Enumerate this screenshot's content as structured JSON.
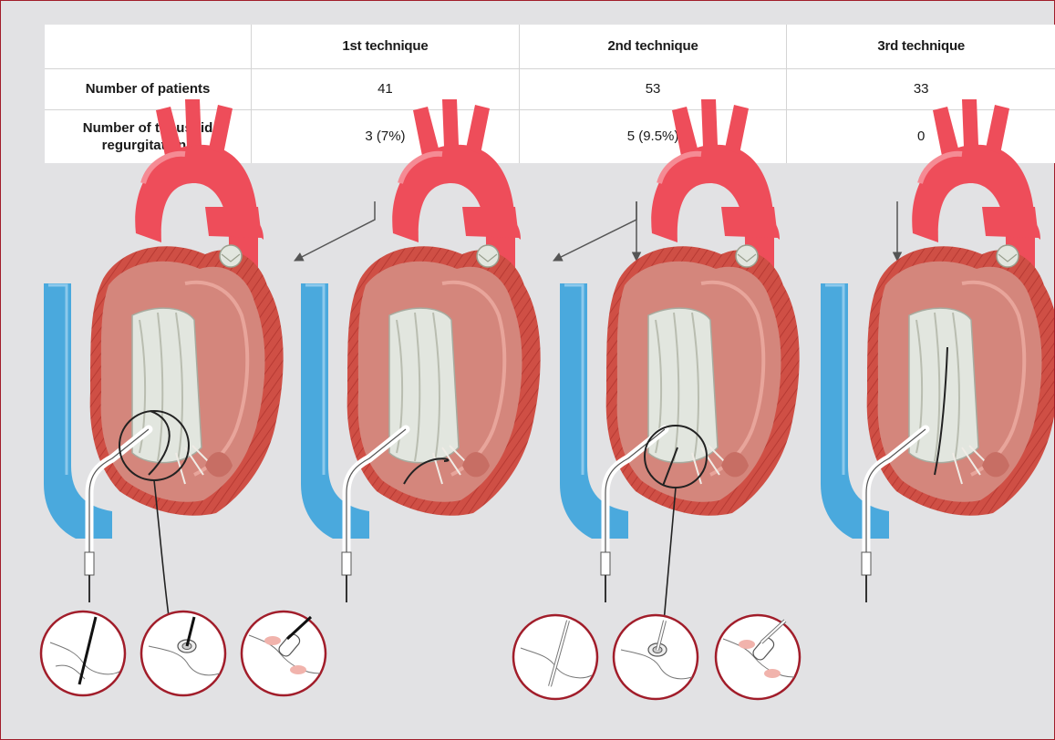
{
  "table": {
    "columns": [
      "",
      "1st technique",
      "2nd technique",
      "3rd technique"
    ],
    "rows": [
      {
        "label": "Number of patients",
        "values": [
          "41",
          "53",
          "33"
        ]
      },
      {
        "label": "Number of tricuspid regurgitations",
        "values": [
          "3 (7%)",
          "5 (9.5%)",
          "0"
        ]
      }
    ]
  },
  "colors": {
    "frame_border": "#a11d2a",
    "background": "#e2e2e4",
    "aorta": "#ee4d5a",
    "vena_cava": "#4aa9dd",
    "myocardium": "#d2524a",
    "chamber": "#d4867c",
    "valve_ring": "#e2e6df",
    "detail_circle": "#a11d2a"
  },
  "illustrations": [
    {
      "name": "heart-technique-1a",
      "detail_circle": true
    },
    {
      "name": "heart-technique-1b",
      "detail_circle": false
    },
    {
      "name": "heart-technique-2",
      "detail_circle": true
    },
    {
      "name": "heart-technique-3",
      "detail_circle": false
    }
  ],
  "insets": [
    {
      "group": "technique-1",
      "count": 3
    },
    {
      "group": "technique-2",
      "count": 3
    }
  ]
}
